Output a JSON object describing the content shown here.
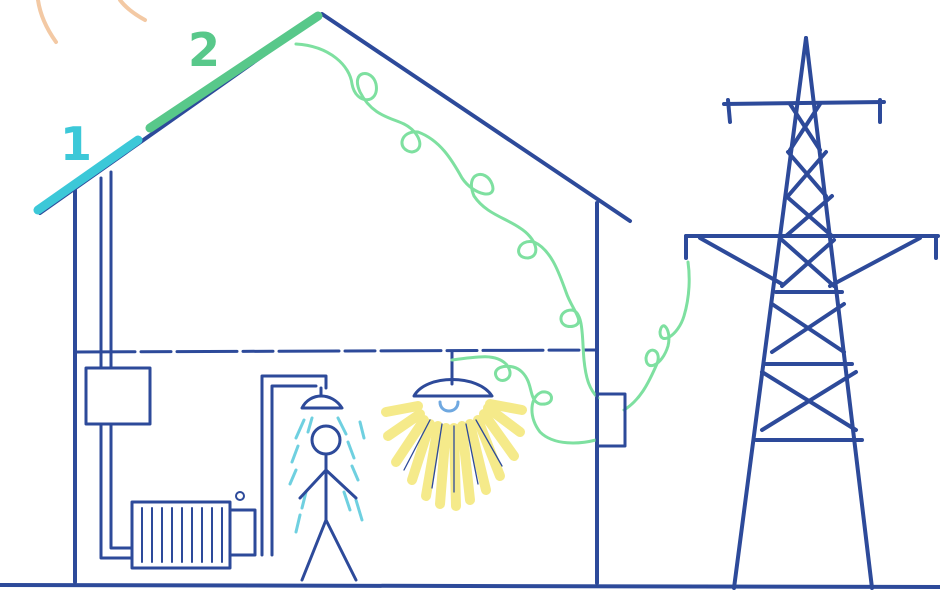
{
  "panel_labels": {
    "panel_1": "1",
    "panel_2": "2"
  },
  "colors": {
    "structure": "#2d4a9a",
    "panel_1": "#3cc8d8",
    "panel_2": "#58c88a",
    "cable": "#7ee0a0",
    "light": "#f5ea8a",
    "water": "#6fd0e0",
    "sun": "#f3c9a4"
  },
  "icons": [
    "sun",
    "solar-panel",
    "house",
    "inverter",
    "radiator",
    "shower",
    "person",
    "ceiling-lamp",
    "electric-meter",
    "power-pylon"
  ]
}
